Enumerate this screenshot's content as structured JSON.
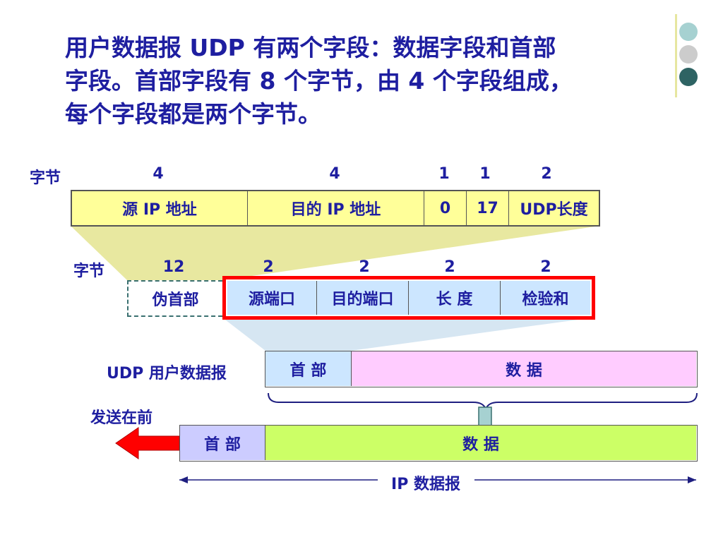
{
  "title": {
    "line1": "用户数据报 UDP 有两个字段：数据字段和首部",
    "line2": "字段。首部字段有 8 个字节，由 4 个字段组成，",
    "line3": "每个字段都是两个字节。"
  },
  "pseudo_header": {
    "bytes_label": "字节",
    "byte_counts": [
      "4",
      "4",
      "1",
      "1",
      "2"
    ],
    "fields": [
      "源 IP 地址",
      "目的 IP 地址",
      "0",
      "17",
      "UDP长度"
    ]
  },
  "udp_header": {
    "bytes_label": "字节",
    "byte_counts": [
      "12",
      "2",
      "2",
      "2",
      "2"
    ],
    "pseudo_field": "伪首部",
    "fields": [
      "源端口",
      "目的端口",
      "长  度",
      "检验和"
    ]
  },
  "udp_datagram": {
    "label": "UDP 用户数据报",
    "header": "首  部",
    "data": "数        据"
  },
  "ip_datagram": {
    "send_first_label": "发送在前",
    "header": "首  部",
    "data": "数        据",
    "label": "IP 数据报"
  },
  "colors": {
    "title_text": "#1e1ea0",
    "pseudo_header_fill": "#ffff99",
    "udp_header_fill": "#cce6ff",
    "udp_data_fill": "#ffccff",
    "ip_header_fill": "#ccccff",
    "ip_data_fill": "#ccff66",
    "highlight_border": "#ff0000",
    "arrow_red": "#ff0000"
  }
}
